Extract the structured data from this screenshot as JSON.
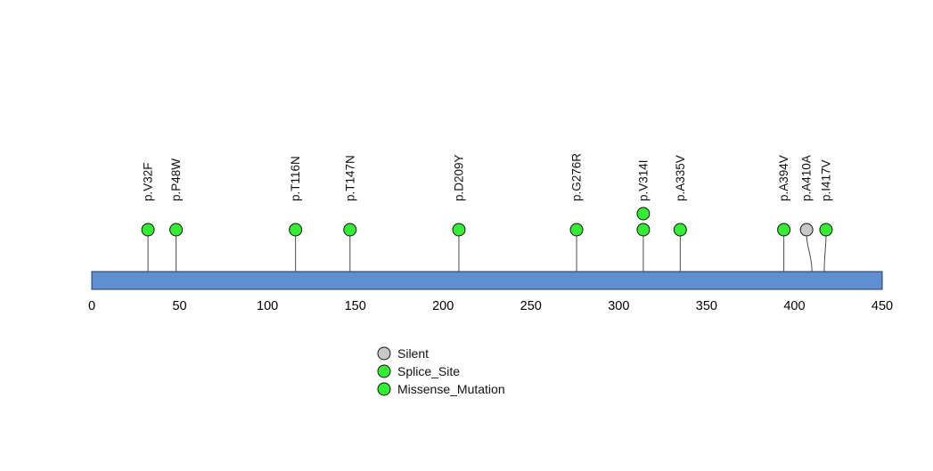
{
  "figure": {
    "background": "#ffffff"
  },
  "chart_data": {
    "type": "lollipop",
    "title": "",
    "xlabel": "",
    "ylabel": "",
    "xlim": [
      0,
      450
    ],
    "x_ticks": [
      0,
      50,
      100,
      150,
      200,
      250,
      300,
      350,
      400,
      450
    ],
    "grid": false,
    "bar_color": "#5e8fd1",
    "bar_border_color": "#223a5e",
    "stem_color": "#4a4a4a",
    "point_border_color": "#111111",
    "point_colors": {
      "Silent": "#c8c8c8",
      "Splice_Site": "#33ee33",
      "Missense_Mutation": "#33ee33"
    },
    "mutations": [
      {
        "label": "p.V32F",
        "pos": 32,
        "count": 1,
        "type": "Missense_Mutation",
        "dx": 0
      },
      {
        "label": "p.P48W",
        "pos": 48,
        "count": 1,
        "type": "Missense_Mutation",
        "dx": 0
      },
      {
        "label": "p.T116N",
        "pos": 116,
        "count": 1,
        "type": "Missense_Mutation",
        "dx": 0
      },
      {
        "label": "p.T147N",
        "pos": 147,
        "count": 1,
        "type": "Missense_Mutation",
        "dx": 0
      },
      {
        "label": "p.D209Y",
        "pos": 209,
        "count": 1,
        "type": "Missense_Mutation",
        "dx": 0
      },
      {
        "label": "p.G276R",
        "pos": 276,
        "count": 1,
        "type": "Missense_Mutation",
        "dx": 0
      },
      {
        "label": "p.V314I",
        "pos": 314,
        "count": 2,
        "type": "Missense_Mutation",
        "dx": 0
      },
      {
        "label": "p.A335V",
        "pos": 335,
        "count": 1,
        "type": "Missense_Mutation",
        "dx": 0
      },
      {
        "label": "p.A394V",
        "pos": 394,
        "count": 1,
        "type": "Missense_Mutation",
        "dx": 0
      },
      {
        "label": "p.A410A",
        "pos": 410,
        "count": 1,
        "type": "Silent",
        "dx": -6
      },
      {
        "label": "p.I417V",
        "pos": 417,
        "count": 1,
        "type": "Missense_Mutation",
        "dx": 2
      }
    ],
    "legend": [
      {
        "label": "Silent",
        "type": "Silent"
      },
      {
        "label": "Splice_Site",
        "type": "Splice_Site"
      },
      {
        "label": "Missense_Mutation",
        "type": "Missense_Mutation"
      }
    ],
    "legend_position": "bottom-center"
  }
}
